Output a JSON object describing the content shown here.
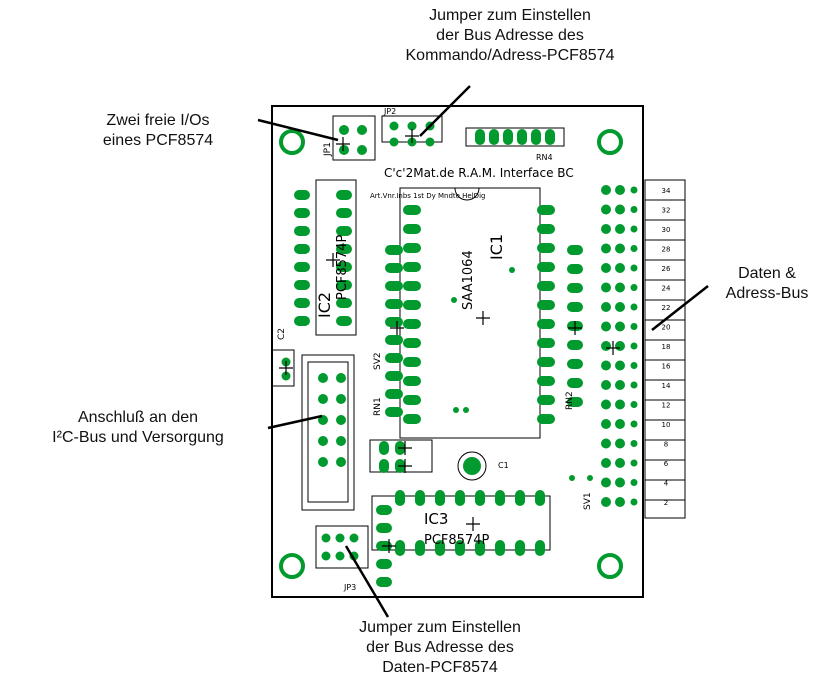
{
  "callouts": {
    "top_jumper": [
      "Jumper zum Einstellen",
      "der Bus Adresse des",
      "Kommando/Adress-PCF8574"
    ],
    "free_io": [
      "Zwei freie I/Os",
      "eines PCF8574"
    ],
    "bus": [
      "Daten &",
      "Adress-Bus"
    ],
    "i2c": [
      "Anschluß an den",
      "I²C-Bus und Versorgung"
    ],
    "bottom_jumper": [
      "Jumper zum Einstellen",
      "der Bus Adresse des",
      "Daten-PCF8574"
    ]
  },
  "board": {
    "title": "C'c'2Mat.de R.A.M. Interface BC",
    "subtitle": "Art.Vnr.Inbs   1st Dy Mndte HelDig",
    "ic1": "IC1",
    "ic1_part": "SAA1064",
    "ic2": "IC2",
    "ic2_part": "PCF8574P",
    "ic3": "IC3",
    "ic3_part": "PCF8574P",
    "c1": "C1",
    "c2": "C2",
    "jp1": "JP1",
    "jp2": "JP2",
    "jp3": "JP3",
    "sv1": "SV1",
    "sv2": "SV2",
    "rn1": "RN1",
    "rn2": "RN2",
    "rn4": "RN4",
    "pin_labels": [
      "34",
      "32",
      "30",
      "28",
      "26",
      "24",
      "22",
      "20",
      "18",
      "16",
      "14",
      "12",
      "10",
      "8",
      "6",
      "4",
      "2"
    ]
  },
  "colors": {
    "board_outline": "#000000",
    "pad": "#009a2e",
    "silk": "#000000",
    "callout_line": "#000000"
  }
}
